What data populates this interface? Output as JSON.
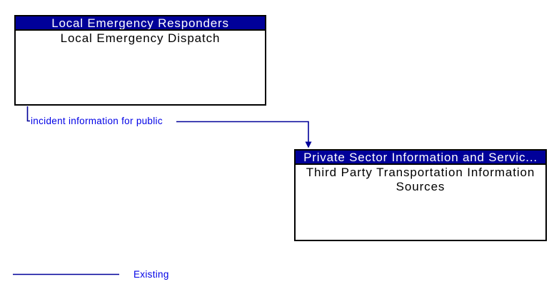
{
  "boxes": [
    {
      "id": "local-emergency-dispatch",
      "header": "Local Emergency Responders",
      "body": "Local Emergency Dispatch"
    },
    {
      "id": "third-party-transportation-information-sources",
      "header": "Private Sector Information and Servic...",
      "body": "Third Party Transportation Information Sources"
    }
  ],
  "flow": {
    "label": "incident information for public",
    "direction": "left-box-to-right-box",
    "status": "existing"
  },
  "legend": {
    "items": [
      {
        "label": "Existing",
        "line_color": "#000099"
      }
    ]
  },
  "colors": {
    "header_bg": "#000099",
    "header_text": "#FFFFFF",
    "box_bg": "#FFFFFF",
    "box_border": "#000000",
    "line": "#000099",
    "link_text": "#0000E6"
  }
}
